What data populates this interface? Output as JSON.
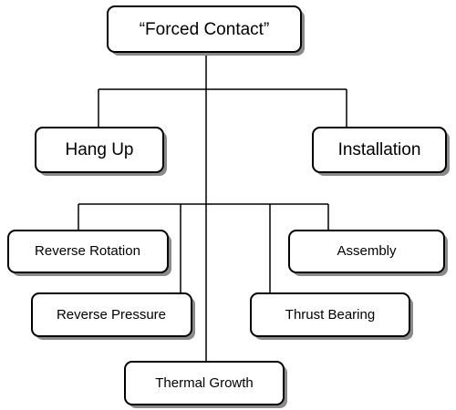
{
  "root": {
    "label": "“Forced Contact”"
  },
  "level1": [
    {
      "id": "hang-up",
      "label": "Hang Up"
    },
    {
      "id": "installation",
      "label": "Installation"
    }
  ],
  "level2": [
    {
      "id": "reverse-rotation",
      "label": "Reverse Rotation"
    },
    {
      "id": "reverse-pressure",
      "label": "Reverse Pressure"
    },
    {
      "id": "thermal-growth",
      "label": "Thermal Growth"
    },
    {
      "id": "thrust-bearing",
      "label": "Thrust Bearing"
    },
    {
      "id": "assembly",
      "label": "Assembly"
    }
  ],
  "colors": {
    "stroke": "#000000",
    "fill": "#ffffff",
    "shadow": "#8a8a8a"
  }
}
